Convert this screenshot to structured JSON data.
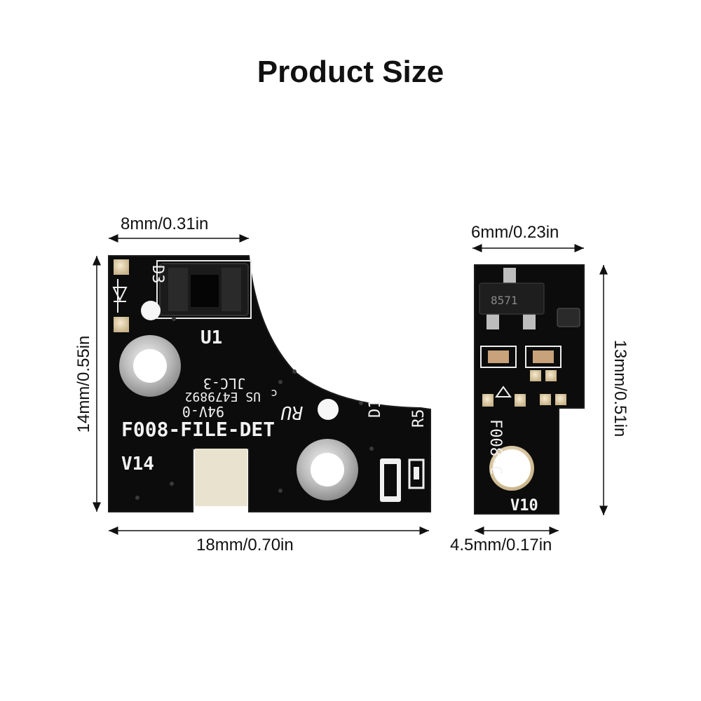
{
  "title": "Product Size",
  "left_board": {
    "width_top": "8mm/0.31in",
    "height": "14mm/0.55in",
    "width_bottom": "18mm/0.70in",
    "silkscreen": {
      "model": "F008-FILE-DET",
      "version": "V14",
      "u1": "U1",
      "d3": "D3",
      "d1": "D1",
      "r5": "R5",
      "jlc": "JLC-3",
      "us_code": "US E479892",
      "rating": "94V-0",
      "c_mark": "c",
      "ul_mark": "RU"
    }
  },
  "right_board": {
    "width_top": "6mm/0.23in",
    "height": "13mm/0.51in",
    "width_bottom": "4.5mm/0.17in",
    "silkscreen": {
      "version": "V10",
      "model": "F008-C",
      "chip_marking": "8571"
    }
  },
  "colors": {
    "pcb": "#0c0c0c",
    "pcb_edge": "#1a1a1a",
    "pad_silver": "#c9c9c9",
    "silk": "#f2f2f2",
    "sensor_window": "#e9e2cf"
  }
}
